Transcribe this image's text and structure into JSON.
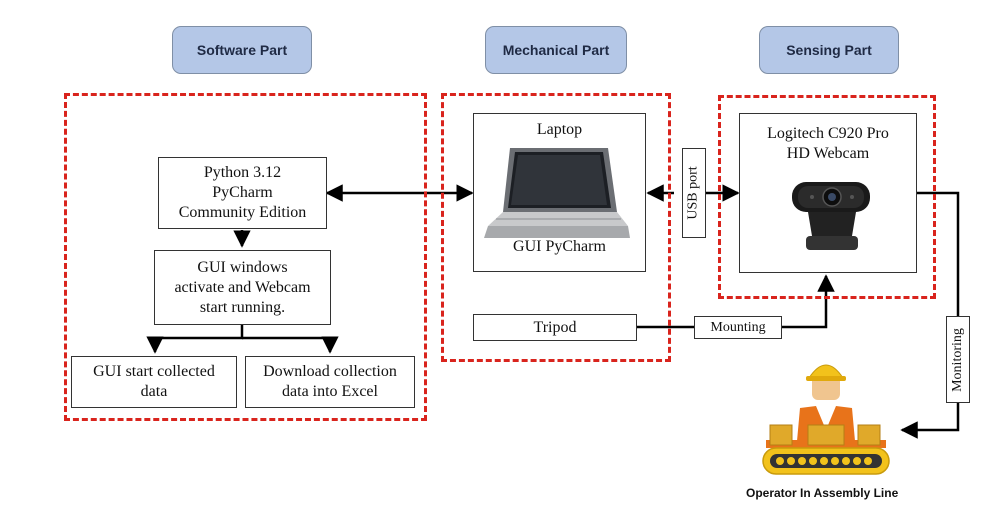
{
  "headers": {
    "software": "Software Part",
    "mechanical": "Mechanical Part",
    "sensing": "Sensing Part"
  },
  "software": {
    "python": [
      "Python 3.12",
      "PyCharm",
      "Community Edition"
    ],
    "gui_windows": [
      "GUI windows",
      "activate and Webcam",
      "start running."
    ],
    "gui_collect": [
      "GUI start collected",
      "data"
    ],
    "download": [
      "Download collection",
      "data into Excel"
    ]
  },
  "mechanical": {
    "laptop_title": "Laptop",
    "laptop_caption": "GUI PyCharm",
    "tripod": "Tripod"
  },
  "sensing": {
    "webcam": [
      "Logitech C920 Pro",
      "HD Webcam"
    ]
  },
  "connectors": {
    "usb_port": "USB  port",
    "mounting": "Mounting",
    "monitoring": "Monitoring"
  },
  "operator_caption": "Operator In Assembly Line",
  "colors": {
    "dashed_border": "#d9241d",
    "header_fill": "#b4c7e7",
    "worker_vest": "#e8731a",
    "worker_helmet": "#f2c21b",
    "boxes": "#e0a92a"
  }
}
